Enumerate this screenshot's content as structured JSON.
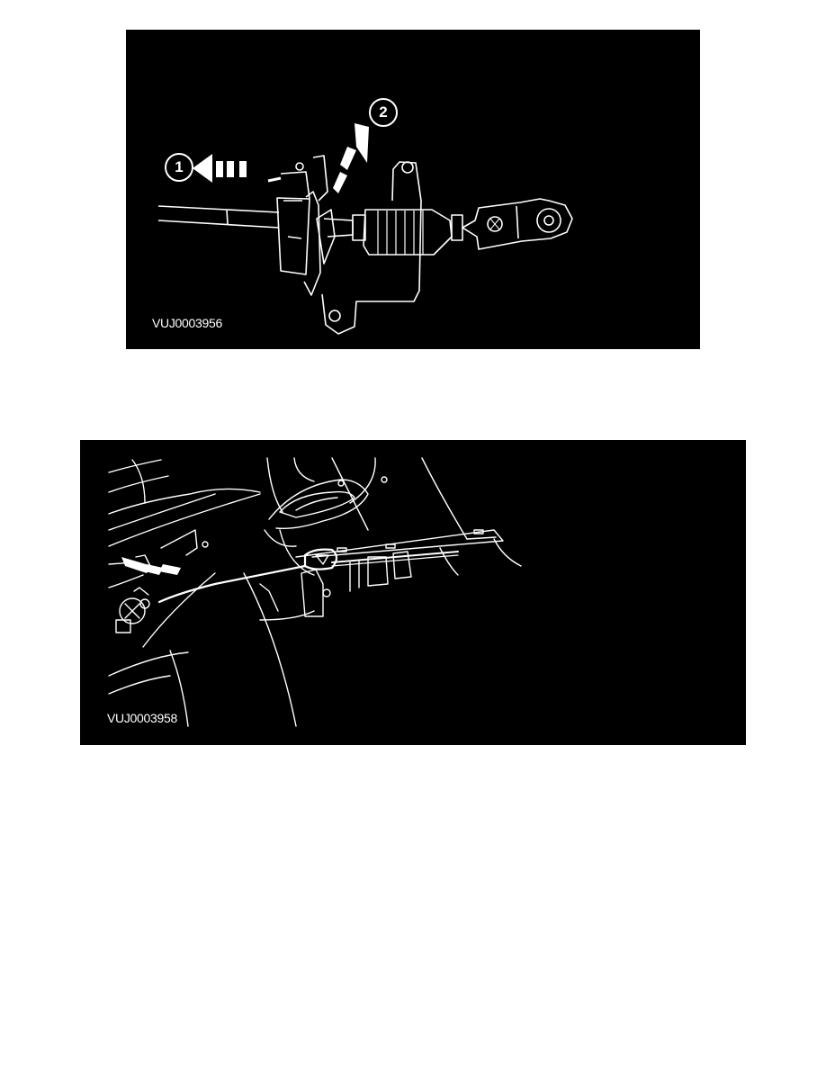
{
  "figures": [
    {
      "id": "fig1",
      "label": "VUJ0003956",
      "description": "Shift cable end with locking collar; arrow 1 pulls collar left, arrow 2 lifts upward",
      "callouts": [
        {
          "number": "1",
          "meaning": "slide locking sleeve back"
        },
        {
          "number": "2",
          "meaning": "lift cable from bracket"
        }
      ]
    },
    {
      "id": "fig2",
      "label": "VUJ0003958",
      "description": "Shift cable routed through floor grommet under vehicle; arrow indicates pull direction"
    }
  ],
  "colors": {
    "page_background": "#ffffff",
    "figure_background": "#000000",
    "line_art": "#ffffff"
  }
}
